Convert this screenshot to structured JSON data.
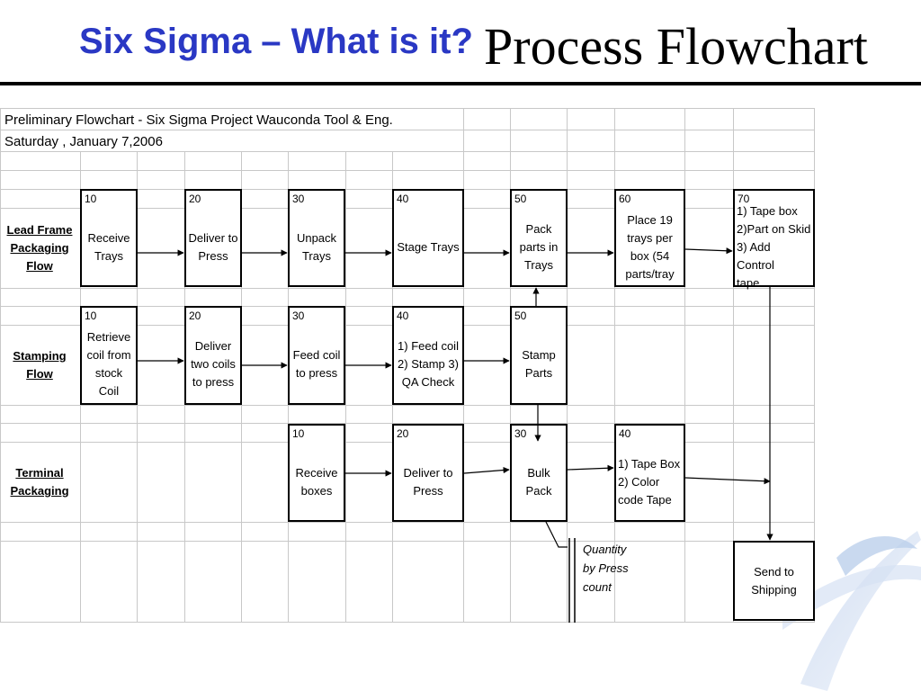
{
  "header": {
    "title_left": "Six Sigma – What is it?",
    "title_right": "Process Flowchart"
  },
  "sheet": {
    "line1": "Preliminary Flowchart - Six Sigma Project Wauconda Tool & Eng.",
    "line2": "Saturday , January 7,2006"
  },
  "rows": {
    "lead_frame": "Lead Frame\nPackaging\nFlow",
    "stamping": "Stamping\nFlow",
    "terminal": "Terminal\nPackaging"
  },
  "boxes": {
    "lf10": {
      "step": "10",
      "text": "Receive\nTrays"
    },
    "lf20": {
      "step": "20",
      "text": "Deliver to\nPress"
    },
    "lf30": {
      "step": "30",
      "text": "Unpack\nTrays"
    },
    "lf40": {
      "step": "40",
      "text": "Stage Trays"
    },
    "lf50": {
      "step": "50",
      "text": "Pack\nparts in\nTrays"
    },
    "lf60": {
      "step": "60",
      "text": "Place 19\ntrays per\nbox (54\nparts/tray"
    },
    "lf70": {
      "step": "70",
      "text": "1) Tape box\n2)Part on Skid\n3) Add Control\ntape"
    },
    "st10": {
      "step": "10",
      "text": "Retrieve\ncoil from\nstock Coil"
    },
    "st20": {
      "step": "20",
      "text": "Deliver\ntwo coils\nto press"
    },
    "st30": {
      "step": "30",
      "text": "Feed coil\nto press"
    },
    "st40": {
      "step": "40",
      "text": "1) Feed coil\n2) Stamp 3)\nQA Check"
    },
    "st50": {
      "step": "50",
      "text": "Stamp\nParts"
    },
    "tp10": {
      "step": "10",
      "text": "Receive\nboxes"
    },
    "tp20": {
      "step": "20",
      "text": "Deliver to\nPress"
    },
    "tp30": {
      "step": "30",
      "text": "Bulk\nPack"
    },
    "tp40": {
      "step": "40",
      "text": "1) Tape Box\n2) Color\ncode  Tape"
    },
    "ship": {
      "text": "Send to\nShipping"
    }
  },
  "note": "Quantity\nby Press\ncount"
}
